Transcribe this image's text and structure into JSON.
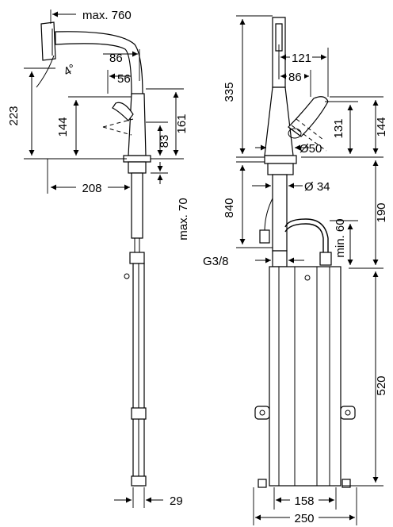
{
  "labels": {
    "max760": "max. 760",
    "d86_side": "86",
    "angle4": "4°",
    "d56": "56",
    "d223": "223",
    "d144_side": "144",
    "d161": "161",
    "d83": "83",
    "d208": "208",
    "max70": "max. 70",
    "d29": "29",
    "d335": "335",
    "d121": "121",
    "d86_front": "86",
    "d131": "131",
    "d144_front": "144",
    "d50": "Ø50",
    "d34": "Ø 34",
    "d840": "840",
    "d190": "190",
    "min60": "min. 60",
    "g38": "G3/8",
    "d520": "520",
    "d158": "158",
    "d250": "250"
  }
}
